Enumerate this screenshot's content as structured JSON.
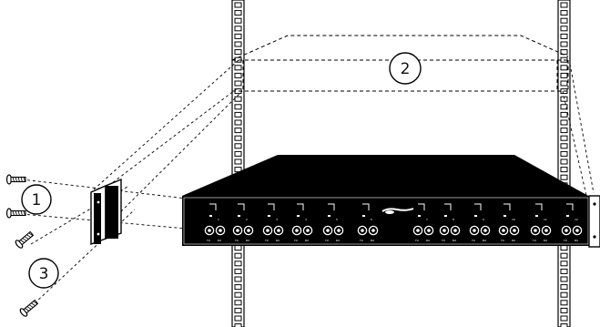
{
  "callouts": [
    {
      "number": "1",
      "part": "mounting screws"
    },
    {
      "number": "2",
      "part": "rack unit space"
    },
    {
      "number": "3",
      "part": "rack screws"
    }
  ],
  "ports": [
    {
      "num": "1",
      "tx": "TX",
      "rx": "RX"
    },
    {
      "num": "2",
      "tx": "TX",
      "rx": "RX"
    },
    {
      "num": "3",
      "tx": "TX",
      "rx": "RX"
    },
    {
      "num": "4",
      "tx": "TX",
      "rx": "RX"
    },
    {
      "num": "5",
      "tx": "TX",
      "rx": "RX"
    },
    {
      "num": "6",
      "tx": "TX",
      "rx": "RX"
    },
    {
      "num": "7",
      "tx": "TX",
      "rx": "RX"
    },
    {
      "num": "8",
      "tx": "TX",
      "rx": "RX"
    },
    {
      "num": "9",
      "tx": "TX",
      "rx": "RX"
    },
    {
      "num": "10",
      "tx": "TX",
      "rx": "RX"
    },
    {
      "num": "11",
      "tx": "TX",
      "rx": "RX"
    },
    {
      "num": "12",
      "tx": "TX",
      "rx": "RX"
    }
  ],
  "colors": {
    "ink": "#000000",
    "paper": "#ffffff",
    "rail": "#ffffff"
  }
}
